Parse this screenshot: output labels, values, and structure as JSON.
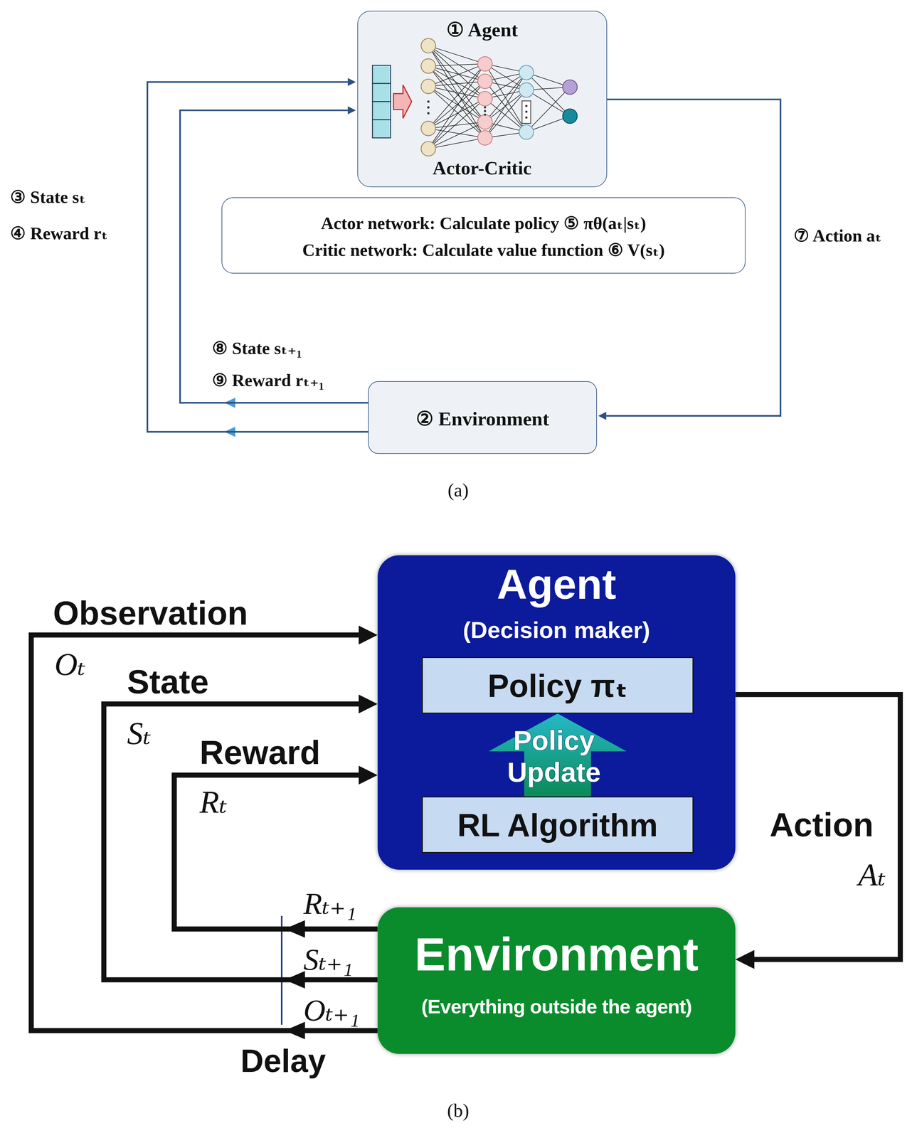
{
  "diagram": {
    "nodes": [
      {
        "text": [
          "① Agent",
          "Actor-Critic"
        ]
      },
      {
        "text": [
          "Actor network: Calculate policy ⑤ πθ(aₜ|sₜ)",
          "Critic network: Calculate value function ⑥ V(sₜ)"
        ]
      },
      {
        "text": [
          "② Environment"
        ]
      },
      {
        "text": [
          "Agent",
          "(Decision maker)"
        ]
      },
      {
        "text": [
          "Policy πₜ"
        ],
        "in": 3
      },
      {
        "text": [
          "RL Algorithm"
        ],
        "in": 3
      },
      {
        "text": [
          "Environment",
          "(Everything outside the agent)"
        ]
      }
    ],
    "edges": [
      {
        "from": 0,
        "to": 2,
        "arrow": "to",
        "label": "⑦ Action aₜ"
      },
      {
        "from": 2,
        "to": 0,
        "arrow": "to",
        "label": "③ State sₜ"
      },
      {
        "from": 2,
        "to": 0,
        "arrow": "to",
        "label": "④ Reward rₜ"
      },
      {
        "from": 3,
        "to": 6,
        "arrow": "to",
        "label": "Action"
      },
      {
        "from": 6,
        "to": 3,
        "arrow": "to",
        "label": "Observation"
      },
      {
        "from": 6,
        "to": 3,
        "arrow": "to",
        "label": "State"
      },
      {
        "from": 6,
        "to": 3,
        "arrow": "to",
        "label": "Reward"
      },
      {
        "from": 5,
        "to": 4,
        "arrow": "to",
        "label": "Policy Update"
      }
    ],
    "labels": [
      "⑧ State sₜ₊₁",
      "⑨ Reward rₜ₊₁",
      "(a)",
      "Oₜ",
      "Sₜ",
      "Rₜ",
      "Rₜ₊₁",
      "Sₜ₊₁",
      "Oₜ₊₁",
      "Delay",
      "Aₜ",
      "(b)"
    ]
  }
}
